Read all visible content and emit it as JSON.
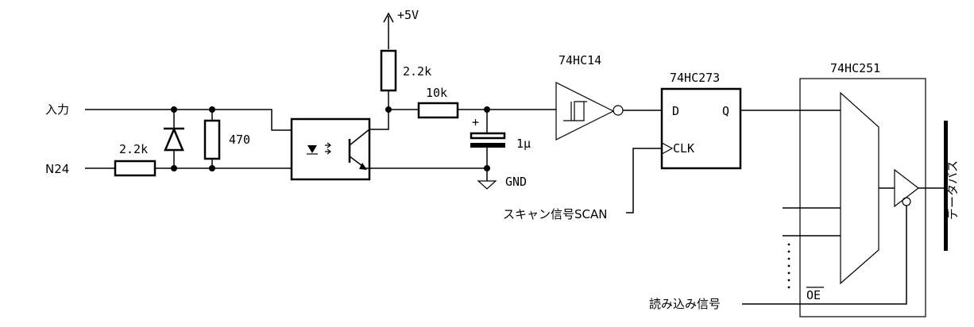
{
  "labels": {
    "input": "入力",
    "n24": "N24",
    "r_series": "2.2k",
    "r_shunt": "470",
    "vcc": "+5V",
    "r_pullup": "2.2k",
    "r_filter": "10k",
    "cap": "1μ",
    "cap_plus": "+",
    "gnd": "GND",
    "inv_chip": "74HC14",
    "ff_chip": "74HC273",
    "ff_d": "D",
    "ff_q": "Q",
    "ff_clk": "CLK",
    "scan": "スキャン信号SCAN",
    "mux_chip": "74HC251",
    "databus": "データバス",
    "oe": "OE",
    "read": "読み込み信号"
  }
}
